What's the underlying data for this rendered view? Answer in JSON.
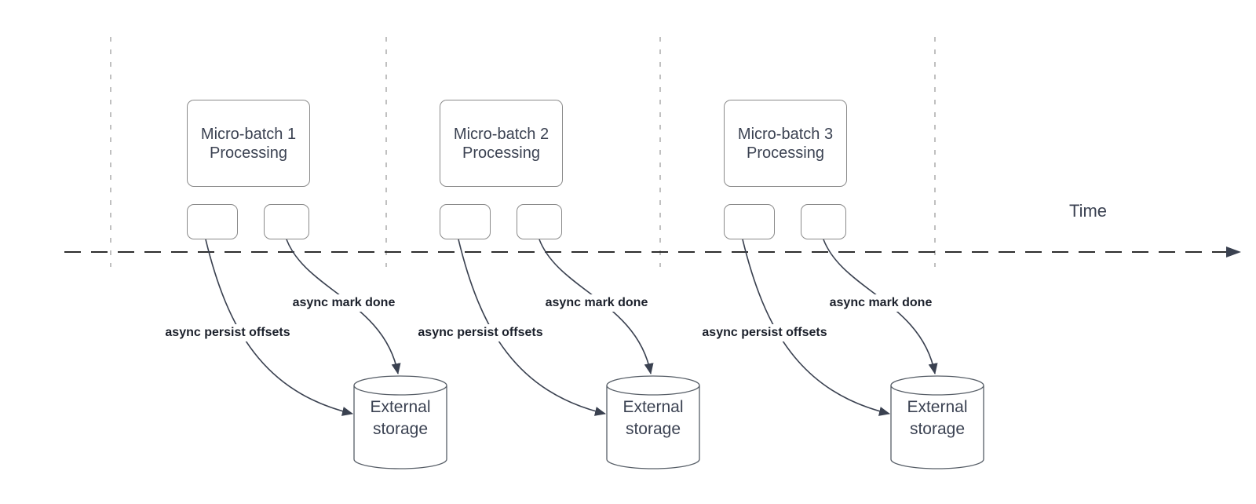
{
  "time_axis": {
    "label": "Time"
  },
  "groups": [
    {
      "box_lines": [
        "Micro-batch 1",
        "Processing"
      ],
      "persist_label": "async persist offsets",
      "done_label": "async mark done",
      "storage_lines": [
        "External",
        "storage"
      ]
    },
    {
      "box_lines": [
        "Micro-batch 2",
        "Processing"
      ],
      "persist_label": "async persist offsets",
      "done_label": "async mark done",
      "storage_lines": [
        "External",
        "storage"
      ]
    },
    {
      "box_lines": [
        "Micro-batch 3",
        "Processing"
      ],
      "persist_label": "async persist offsets",
      "done_label": "async mark done",
      "storage_lines": [
        "External",
        "storage"
      ]
    }
  ],
  "colors": {
    "background": "#ffffff",
    "arrow": "#3a4150",
    "box_border": "#8a8a8a",
    "cylinder_border": "#565d66",
    "box_text": "#3b4252",
    "annotation_text": "#1b202b",
    "timeline": "#2d2d2d",
    "boundary_line": "#ababab"
  }
}
